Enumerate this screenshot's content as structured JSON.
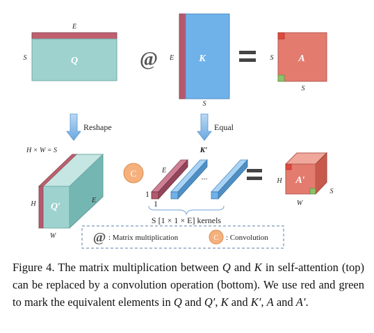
{
  "top": {
    "q": {
      "label": "Q",
      "dim_top": "E",
      "dim_left": "S"
    },
    "op_matmul": "@",
    "k": {
      "label": "K",
      "dim_left": "E",
      "dim_bottom": "S"
    },
    "op_equal": "=",
    "a": {
      "label": "A",
      "dim_left": "S",
      "dim_bottom": "S"
    }
  },
  "arrows": {
    "reshape": "Reshape",
    "equal": "Equal"
  },
  "bottom": {
    "q_prime": {
      "label": "Q′",
      "dim_top": "H × W = S",
      "dim_left": "H",
      "dim_right": "E",
      "dim_bottom": "W"
    },
    "conv_symbol": "C",
    "k_prime": {
      "label": "K′",
      "dim_e": "E",
      "dim_one_left": "1",
      "dim_one_bottom": "1",
      "dots": "...",
      "kernels": "S [1 × 1 × E] kernels"
    },
    "op_equal": "=",
    "a_prime": {
      "label": "A′",
      "dim_left": "H",
      "dim_right": "S",
      "dim_bottom": "W"
    }
  },
  "legend": {
    "matmul_symbol": "@",
    "matmul_text": ": Matrix multiplication",
    "conv_symbol": "C",
    "conv_text": ": Convolution"
  },
  "caption": {
    "p1": "Figure 4.  The matrix multiplication between ",
    "q": "Q",
    "p2": " and ",
    "k": "K",
    "p3": " in self-attention (top) can be replaced by a convolution operation (bottom). We use red and green to mark the equivalent elements in ",
    "q2": "Q",
    "p4": " and ",
    "qp": "Q′",
    "p5": ", ",
    "k2": "K",
    "p6": " and ",
    "kp": "K′",
    "p7": ", ",
    "a": "A",
    "p8": " and ",
    "ap": "A′",
    "p9": "."
  },
  "colors": {
    "teal": "#9dd2cf",
    "blue": "#6fb2ea",
    "red": "#e37b6f",
    "maroon": "#b5586e",
    "green": "#8cc26a",
    "orange": "#f5b07c"
  }
}
